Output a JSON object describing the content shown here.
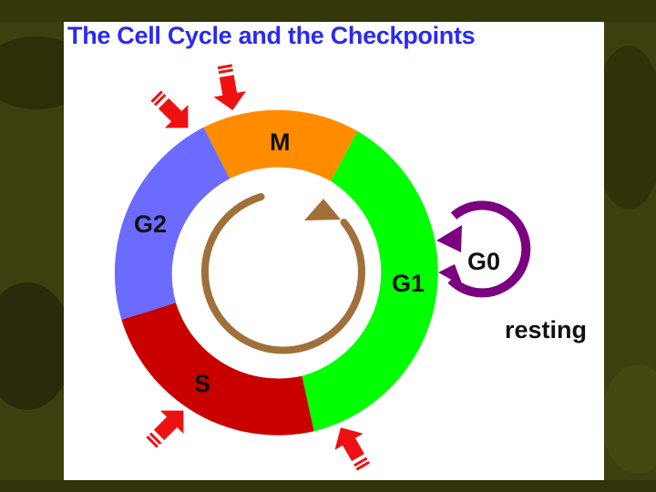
{
  "title": "The Cell Cycle and the Checkpoints",
  "phases": {
    "m": "M",
    "g1": "G1",
    "s": "S",
    "g2": "G2",
    "g0": "G0"
  },
  "resting_label": "resting",
  "colors": {
    "title": "#2a2af0",
    "m": "#ff8c00",
    "g1": "#00ff00",
    "s": "#c80000",
    "g2": "#6b6bff",
    "g0_loop": "#7b0080",
    "cycle_arrow": "#a0703a",
    "checkpoint": "#ee1111"
  }
}
